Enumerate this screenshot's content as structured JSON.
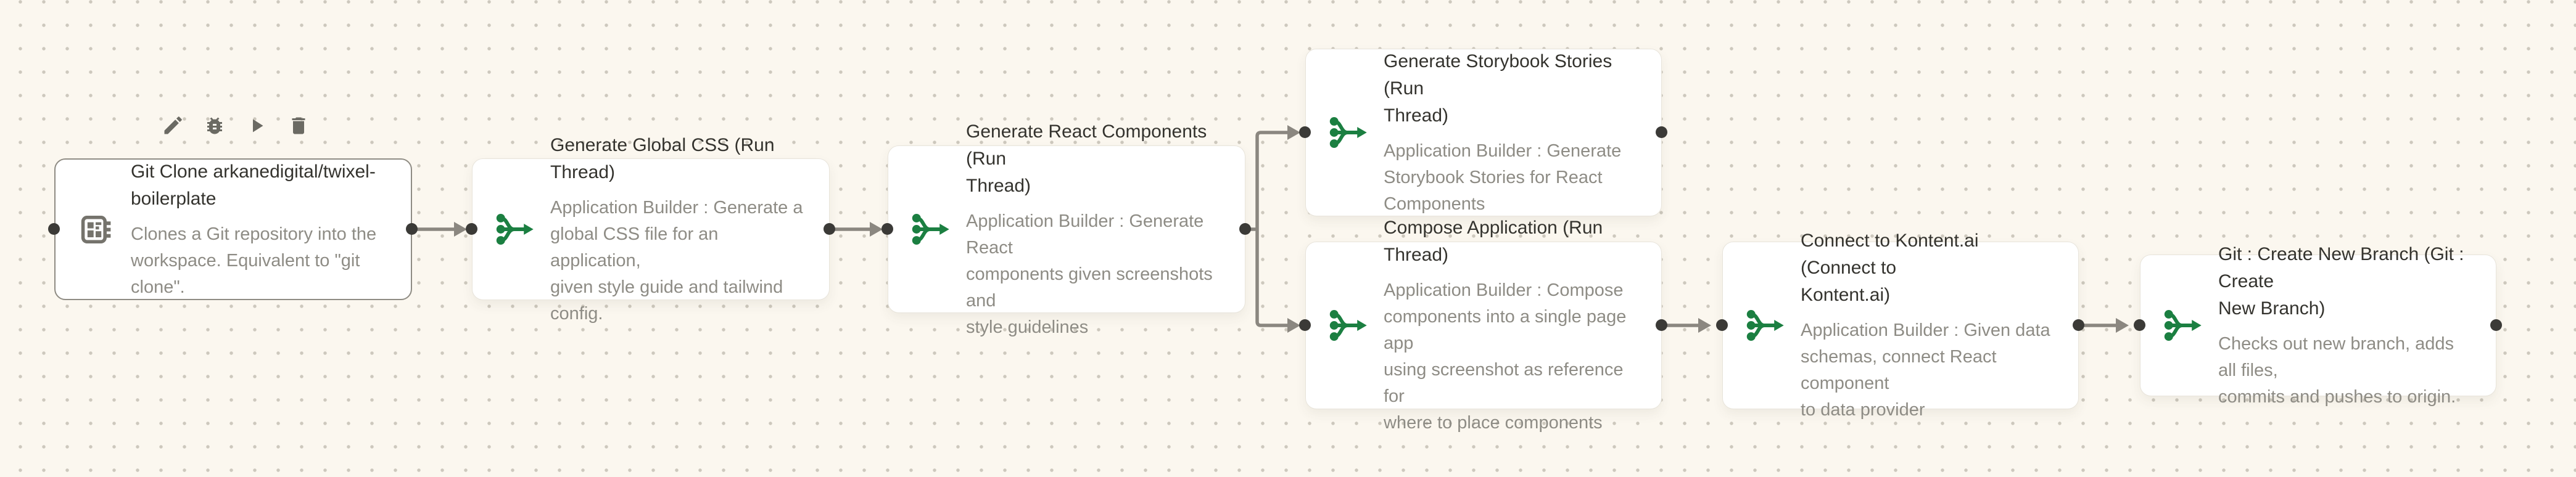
{
  "canvas": {
    "background_color": "#fbf7ef",
    "grid_dot_color": "#b8b2a4",
    "edge_color": "#8b8780",
    "port_color": "#3b3a37",
    "accent_green": "#1b7f41",
    "icon_gray": "#75736c"
  },
  "toolbar": {
    "items": [
      {
        "action": "edit",
        "icon": "pencil-icon"
      },
      {
        "action": "debug",
        "icon": "bug-icon"
      },
      {
        "action": "run",
        "icon": "play-icon"
      },
      {
        "action": "delete",
        "icon": "trash-icon"
      }
    ]
  },
  "nodes": [
    {
      "id": "git-clone",
      "icon": "module-icon",
      "selected": true,
      "title": "Git Clone arkanedigital/twixel-\nboilerplate",
      "description": "Clones a Git repository into the\nworkspace. Equivalent to \"git clone\"."
    },
    {
      "id": "generate-global-css",
      "icon": "thread-merge-icon",
      "selected": false,
      "title": "Generate Global CSS (Run Thread)",
      "description": "Application Builder : Generate a\nglobal CSS file for an application,\ngiven style guide and tailwind config."
    },
    {
      "id": "generate-react-components",
      "icon": "thread-merge-icon",
      "selected": false,
      "title": "Generate React Components (Run\nThread)",
      "description": "Application Builder : Generate React\ncomponents given screenshots and\nstyle guidelines"
    },
    {
      "id": "generate-storybook-stories",
      "icon": "thread-merge-icon",
      "selected": false,
      "title": "Generate Storybook Stories (Run\nThread)",
      "description": "Application Builder : Generate\nStorybook Stories for React\nComponents"
    },
    {
      "id": "compose-application",
      "icon": "thread-merge-icon",
      "selected": false,
      "title": "Compose Application (Run Thread)",
      "description": "Application Builder : Compose\ncomponents into a single page app\nusing screenshot as reference for\nwhere to place components"
    },
    {
      "id": "connect-to-kontent-ai",
      "icon": "thread-merge-icon",
      "selected": false,
      "title": "Connect to Kontent.ai (Connect to\nKontent.ai)",
      "description": "Application Builder : Given data\nschemas, connect React component\nto data provider"
    },
    {
      "id": "git-create-new-branch",
      "icon": "thread-merge-icon",
      "selected": false,
      "title": "Git : Create New Branch (Git : Create\nNew Branch)",
      "description": "Checks out new branch, adds all files,\ncommits and pushes to origin."
    }
  ],
  "edges": [
    {
      "from": "git-clone",
      "to": "generate-global-css"
    },
    {
      "from": "generate-global-css",
      "to": "generate-react-components"
    },
    {
      "from": "generate-react-components",
      "to": "generate-storybook-stories"
    },
    {
      "from": "generate-react-components",
      "to": "compose-application"
    },
    {
      "from": "compose-application",
      "to": "connect-to-kontent-ai"
    },
    {
      "from": "connect-to-kontent-ai",
      "to": "git-create-new-branch"
    }
  ]
}
